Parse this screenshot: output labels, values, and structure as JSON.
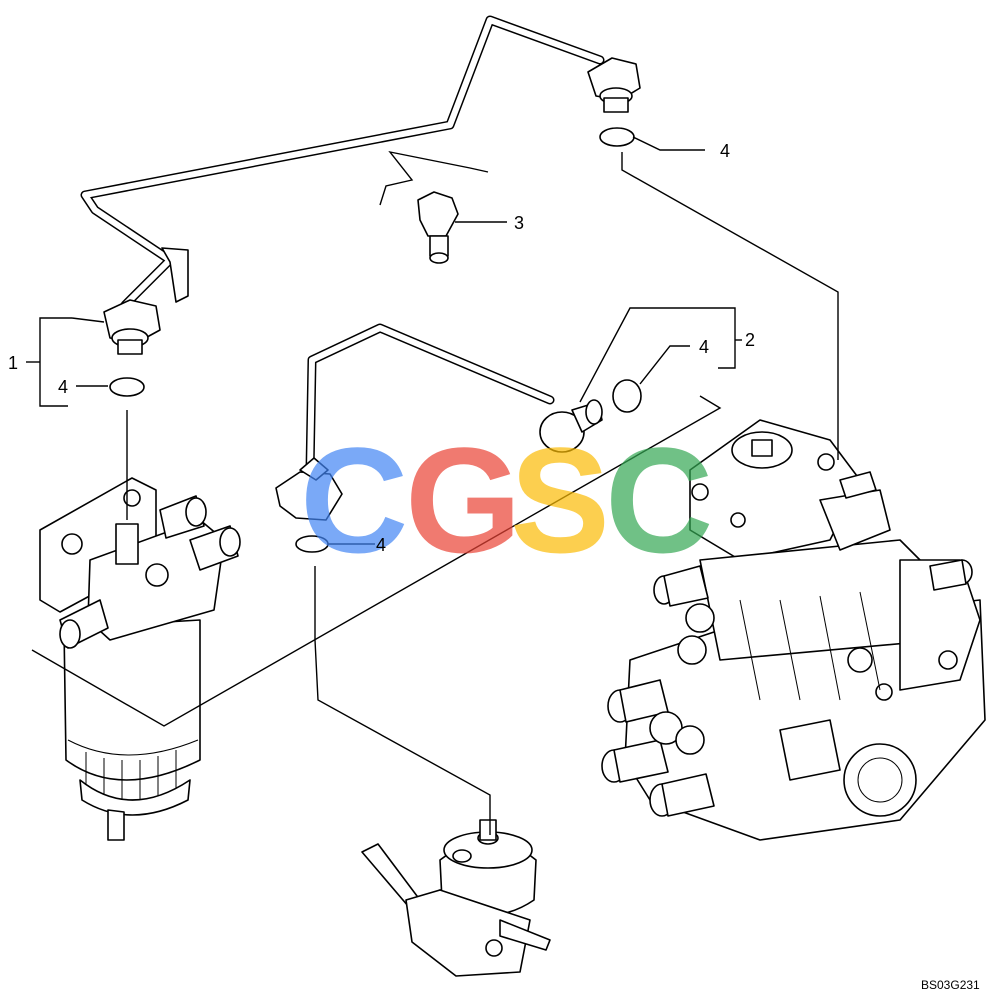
{
  "callouts": {
    "c1": "1",
    "c2": "2",
    "c3": "3",
    "c4a": "4",
    "c4b": "4",
    "c4c": "4",
    "c4d": "4"
  },
  "drawing_code": "BS03G231",
  "watermark": {
    "letters": [
      "C",
      "G",
      "S",
      "C"
    ],
    "colors": [
      "#4285F4",
      "#EA4335",
      "#FBBC05",
      "#34A853"
    ]
  }
}
